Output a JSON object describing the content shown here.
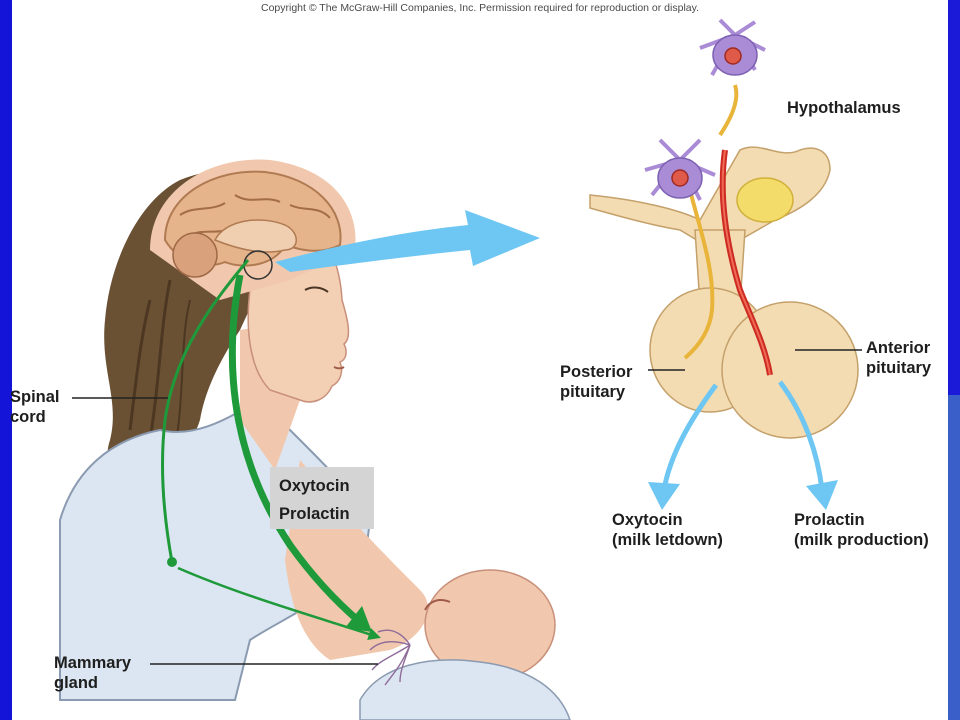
{
  "copyright": "Copyright © The McGraw-Hill Companies, Inc. Permission required for reproduction or display.",
  "labels": {
    "hypothalamus": "Hypothalamus",
    "posterior_pituitary": [
      "Posterior",
      "pituitary"
    ],
    "anterior_pituitary": [
      "Anterior",
      "pituitary"
    ],
    "spinal_cord": [
      "Spinal",
      "cord"
    ],
    "mammary_gland": [
      "Mammary",
      "gland"
    ],
    "hormone_box": [
      "Oxytocin",
      "Prolactin"
    ],
    "oxytocin_output": [
      "Oxytocin",
      "(milk letdown)"
    ],
    "prolactin_output": [
      "Prolactin",
      "(milk production)"
    ]
  },
  "colors": {
    "frame": "#1414d8",
    "nerve_green": "#1e9a3a",
    "arrow_blue": "#6ec6f2",
    "pituitary": "#f3dcb2",
    "hair": "#6b5134",
    "skin": "#f1c8ad",
    "neuron": "#a98bd6"
  }
}
